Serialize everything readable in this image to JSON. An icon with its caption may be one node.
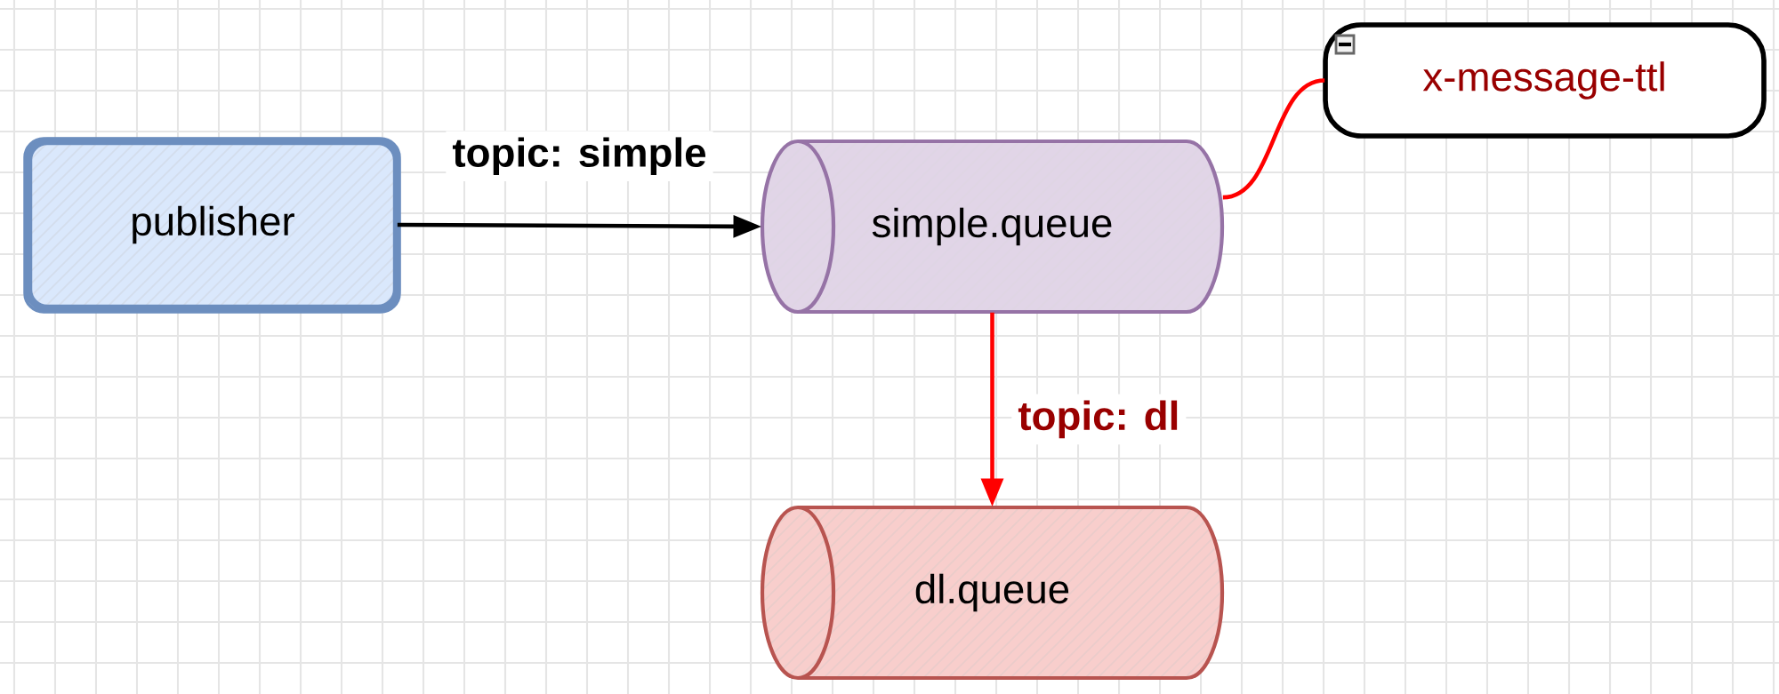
{
  "diagram": {
    "nodes": [
      {
        "text": [
          "publisher"
        ]
      },
      {
        "text": [
          "simple.queue"
        ]
      },
      {
        "text": [
          "dl.queue"
        ]
      },
      {
        "text": [
          "x-message-ttl"
        ]
      }
    ],
    "edges": [
      {
        "from": 0,
        "to": 1,
        "arrow": "to",
        "label": "topic: simple",
        "color": "#000000"
      },
      {
        "from": 1,
        "to": 2,
        "arrow": "to",
        "label": "topic: dl",
        "color": "#ff0000"
      },
      {
        "from": 1,
        "to": 3,
        "arrow": "none",
        "color": "#ff0000"
      }
    ]
  }
}
